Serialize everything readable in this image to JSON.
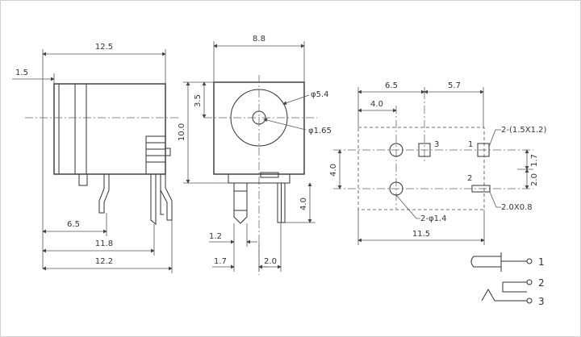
{
  "dims": {
    "width_total": "12.5",
    "left_offset": "1.5",
    "pin_pos": "6.5",
    "body_len": "11.8",
    "overall": "12.2",
    "top_width": "8.8",
    "top_offset": "3.5",
    "height": "10.0",
    "hole_outer": "φ5.4",
    "hole_inner": "φ1.65",
    "pin_w": "1.2",
    "pin_pitch_a": "1.7",
    "pin_pitch_b": "2.0",
    "pin_len": "4.0",
    "pcb_a": "6.5",
    "pcb_b": "5.7",
    "pcb_c": "4.0",
    "pcb_d": "4.0",
    "pcb_e": "2.0",
    "pcb_f": "1.7",
    "pcb_total": "11.5",
    "pad_note": "2-(1.5X1.2)",
    "slot_note": "2.0X0.8",
    "hole_note": "2-φ1.4",
    "pad1": "1",
    "pad2": "2",
    "pad3": "3"
  },
  "legend": {
    "items": [
      "1",
      "2",
      "3"
    ]
  }
}
